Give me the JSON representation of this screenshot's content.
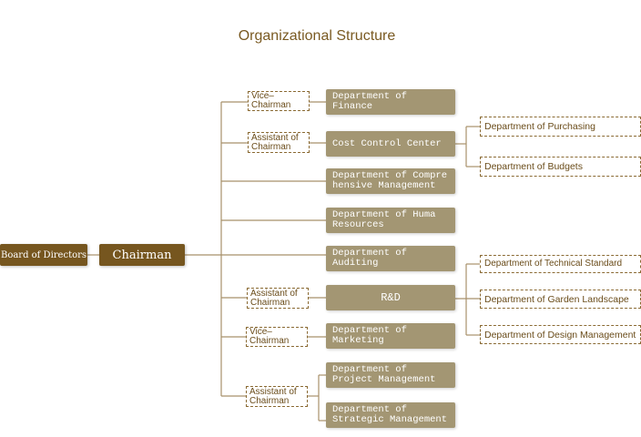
{
  "title": "Organizational Structure",
  "board": "Board of Directors",
  "chairman": "Chairman",
  "intermediaries": [
    "Vice–Chairman",
    "Assistant of Chairman",
    "Assistant of Chairman",
    "Vice–Chairman",
    "Assistant of Chairman"
  ],
  "departments": [
    "Department of Finance",
    "Cost Control Center",
    "Department of Compre hensive Management",
    "Department of Huma Resources",
    "Department of Auditing",
    "R&D",
    "Department of Marketing",
    "Department of Project Management",
    "Department of Strategic Management"
  ],
  "sub_departments": {
    "cost_control": [
      "Department of Purchasing",
      "Department of Budgets"
    ],
    "rnd": [
      "Department of Technical  Standard",
      "Department of Garden Landscape",
      "Department of Design Management"
    ]
  },
  "colors": {
    "dark": "#76561f",
    "tan": "#a39673",
    "line": "#a8916a"
  }
}
